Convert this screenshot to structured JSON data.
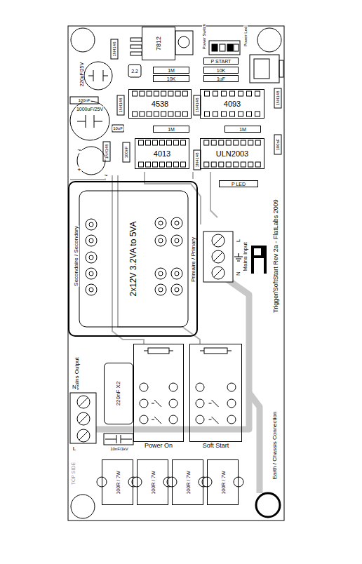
{
  "diagram": {
    "nodes": [
      {
        "text": [
          "7812"
        ]
      },
      {
        "text": [
          "4538"
        ]
      },
      {
        "text": [
          "4093"
        ]
      },
      {
        "text": [
          "4013"
        ]
      },
      {
        "text": [
          "ULN2003"
        ]
      },
      {
        "text": [
          "2x12V 3.2VA to 5VA"
        ]
      },
      {
        "text": [
          "220nF X2"
        ]
      },
      {
        "text": [
          "Power On"
        ]
      },
      {
        "text": [
          "Soft Start"
        ]
      },
      {
        "text": [
          "100R / 7W"
        ]
      },
      {
        "text": [
          "100R / 7W"
        ]
      },
      {
        "text": [
          "100R / 7W"
        ]
      },
      {
        "text": [
          "100R / 7W"
        ]
      },
      {
        "text": [
          "1M"
        ]
      },
      {
        "text": [
          "10K"
        ]
      },
      {
        "text": [
          "P START"
        ]
      },
      {
        "text": [
          "10K"
        ]
      },
      {
        "text": [
          "1uF"
        ]
      },
      {
        "text": [
          "1M"
        ]
      },
      {
        "text": [
          "1M"
        ]
      },
      {
        "text": [
          "P LED"
        ]
      }
    ],
    "labels": [
      "1N4148",
      "220uF/25V",
      "2.2",
      "Power Switch",
      "Power Led",
      "100nF",
      "1N4148",
      "1N4148",
      "1N4148",
      "1000uF/25V",
      "10uF",
      "1N4148",
      "100nF",
      "1N4148",
      "100nF",
      "~",
      "+",
      "~",
      "Secondaire / Secondary",
      "Primaire / Primary",
      "L",
      "N",
      "Mains Input",
      "Trigger/SoftStart Rev 2a - FlatLabs 2009",
      "Mains Output",
      "N",
      "L",
      "10nF/1kV",
      "TOP SIDE",
      "Earth / Chassis Connection"
    ]
  }
}
